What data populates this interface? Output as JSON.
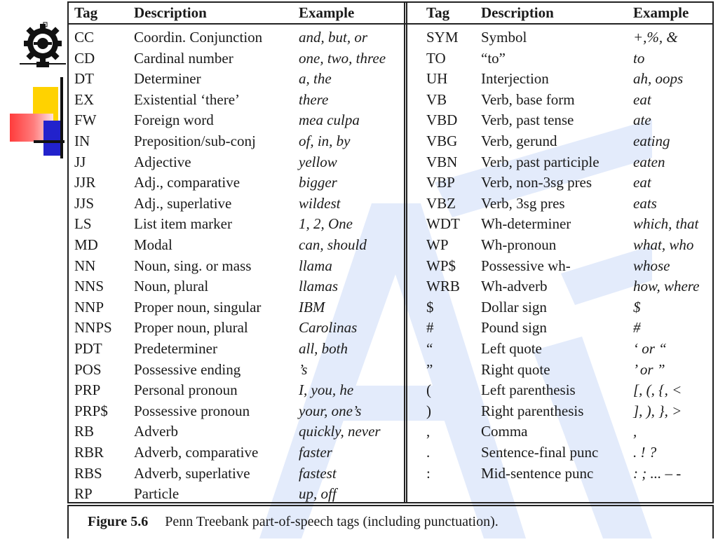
{
  "headers": {
    "left": {
      "tag": "Tag",
      "description": "Description",
      "example": "Example"
    },
    "right": {
      "tag": "Tag",
      "description": "Description",
      "example": "Example"
    }
  },
  "left_rows": [
    {
      "tag": "CC",
      "description": "Coordin. Conjunction",
      "example": "and, but, or"
    },
    {
      "tag": "CD",
      "description": "Cardinal number",
      "example": "one, two, three"
    },
    {
      "tag": "DT",
      "description": "Determiner",
      "example": "a, the"
    },
    {
      "tag": "EX",
      "description": "Existential ‘there’",
      "example": "there"
    },
    {
      "tag": "FW",
      "description": "Foreign word",
      "example": "mea culpa"
    },
    {
      "tag": "IN",
      "description": "Preposition/sub-conj",
      "example": "of, in, by"
    },
    {
      "tag": "JJ",
      "description": "Adjective",
      "example": "yellow"
    },
    {
      "tag": "JJR",
      "description": "Adj., comparative",
      "example": "bigger"
    },
    {
      "tag": "JJS",
      "description": "Adj., superlative",
      "example": "wildest"
    },
    {
      "tag": "LS",
      "description": "List item marker",
      "example": "1, 2, One"
    },
    {
      "tag": "MD",
      "description": "Modal",
      "example": "can, should"
    },
    {
      "tag": "NN",
      "description": "Noun, sing. or mass",
      "example": "llama"
    },
    {
      "tag": "NNS",
      "description": "Noun, plural",
      "example": "llamas"
    },
    {
      "tag": "NNP",
      "description": "Proper noun, singular",
      "example": "IBM"
    },
    {
      "tag": "NNPS",
      "description": "Proper noun, plural",
      "example": "Carolinas"
    },
    {
      "tag": "PDT",
      "description": "Predeterminer",
      "example": "all, both"
    },
    {
      "tag": "POS",
      "description": "Possessive ending",
      "example": "’s"
    },
    {
      "tag": "PRP",
      "description": "Personal pronoun",
      "example": "I, you, he"
    },
    {
      "tag": "PRP$",
      "description": "Possessive pronoun",
      "example": "your, one’s"
    },
    {
      "tag": "RB",
      "description": "Adverb",
      "example": "quickly, never"
    },
    {
      "tag": "RBR",
      "description": "Adverb, comparative",
      "example": "faster"
    },
    {
      "tag": "RBS",
      "description": "Adverb, superlative",
      "example": "fastest"
    },
    {
      "tag": "RP",
      "description": "Particle",
      "example": "up, off"
    }
  ],
  "right_rows": [
    {
      "tag": "SYM",
      "description": "Symbol",
      "example": "+,%, &"
    },
    {
      "tag": "TO",
      "description": "“to”",
      "example": "to"
    },
    {
      "tag": "UH",
      "description": "Interjection",
      "example": "ah, oops"
    },
    {
      "tag": "VB",
      "description": "Verb, base form",
      "example": "eat"
    },
    {
      "tag": "VBD",
      "description": "Verb, past tense",
      "example": "ate"
    },
    {
      "tag": "VBG",
      "description": "Verb, gerund",
      "example": "eating"
    },
    {
      "tag": "VBN",
      "description": "Verb, past participle",
      "example": "eaten"
    },
    {
      "tag": "VBP",
      "description": "Verb, non-3sg pres",
      "example": "eat"
    },
    {
      "tag": "VBZ",
      "description": "Verb, 3sg pres",
      "example": "eats"
    },
    {
      "tag": "WDT",
      "description": "Wh-determiner",
      "example": "which, that"
    },
    {
      "tag": "WP",
      "description": "Wh-pronoun",
      "example": "what, who"
    },
    {
      "tag": "WP$",
      "description": "Possessive wh-",
      "example": "whose"
    },
    {
      "tag": "WRB",
      "description": "Wh-adverb",
      "example": "how, where"
    },
    {
      "tag": "$",
      "description": "Dollar sign",
      "example": "$"
    },
    {
      "tag": "#",
      "description": "Pound sign",
      "example": "#"
    },
    {
      "tag": "“",
      "description": "Left quote",
      "example": "‘ or “"
    },
    {
      "tag": "”",
      "description": "Right quote",
      "example": "’ or ”"
    },
    {
      "tag": "(",
      "description": "Left parenthesis",
      "example": "[, (, {, <"
    },
    {
      "tag": ")",
      "description": "Right parenthesis",
      "example": "], ), }, >"
    },
    {
      "tag": ",",
      "description": "Comma",
      "example": ","
    },
    {
      "tag": ".",
      "description": "Sentence-final punc",
      "example": ". ! ?"
    },
    {
      "tag": ":",
      "description": "Mid-sentence punc",
      "example": ": ; ... – -"
    }
  ],
  "caption": {
    "label": "Figure 5.6",
    "text": "Penn Treebank part-of-speech tags (including punctuation)."
  },
  "watermark_text": "AEI",
  "colors": {
    "watermark": "#e3ebfb",
    "accent_yellow": "#ffd200",
    "accent_red": "#ff3b3b",
    "accent_blue": "#2222cc"
  },
  "icons": {
    "logo": "gear-emblem-icon"
  }
}
